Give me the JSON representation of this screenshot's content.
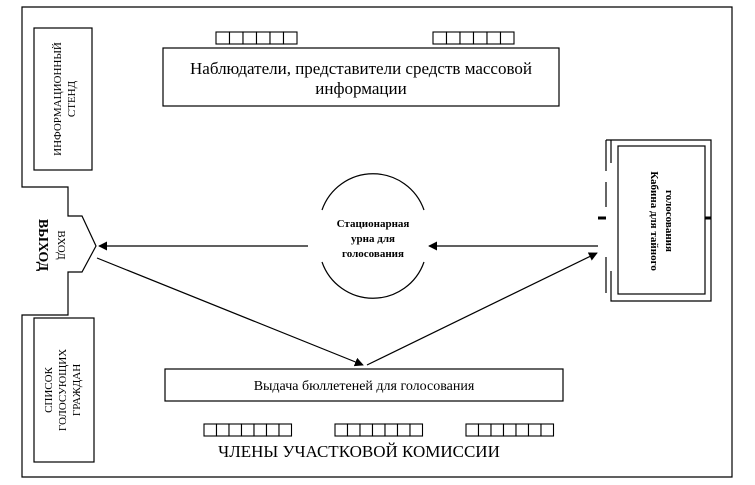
{
  "observers": {
    "line1": "Наблюдатели, представители средств массовой",
    "line2": "информации"
  },
  "info_stand": {
    "line1": "ИНФОРМАЦИОННЫЙ",
    "line2": "СТЕНД"
  },
  "booth": {
    "line1": "Кабина для тайного",
    "line2": "голосования"
  },
  "urn": {
    "line1": "Стационарная",
    "line2": "урна для",
    "line3": "голосования"
  },
  "exit": "ВЫХОД",
  "entrance": "ВХОД",
  "voter_list": {
    "line1": "СПИСОК",
    "line2": "ГОЛОСУЮЩИХ",
    "line3": "ГРАЖДАН"
  },
  "ballot_issue": "Выдача бюллетеней для голосования",
  "commission": "ЧЛЕНЫ УЧАСТКОВОЙ КОМИССИИ"
}
